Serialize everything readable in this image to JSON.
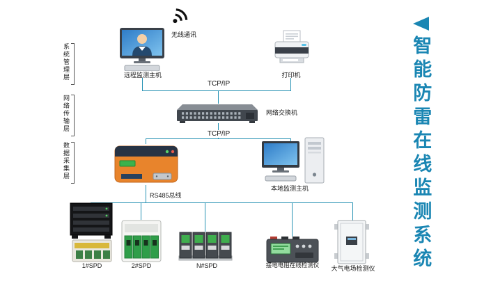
{
  "colors": {
    "line": "#2792b4",
    "title": "#1a86b3",
    "label": "#1a1a1a"
  },
  "side_title": {
    "text": "智能防雷在线监测系统"
  },
  "layer_labels": [
    {
      "label": "系统管理层"
    },
    {
      "label": "网络传输层"
    },
    {
      "label": "数据采集层"
    }
  ],
  "links": {
    "tcpip_top": "TCP/IP",
    "tcpip_mid": "TCP/IP",
    "rs485_bus": "RS485总线"
  },
  "nodes": {
    "wireless": {
      "label": "无线通讯",
      "icon": "wifi-icon"
    },
    "remote_host": {
      "label": "远程监测主机",
      "icon": "desktop-operator-icon"
    },
    "printer": {
      "label": "打印机",
      "icon": "printer-icon"
    },
    "network_switch": {
      "label": "网络交换机",
      "icon": "switch-icon"
    },
    "serial_server": {
      "icon": "rs485-serial-server-icon"
    },
    "local_host": {
      "label": "本地监测主机",
      "icon": "desktop-tower-icon"
    },
    "rack_unit": {
      "icon": "rack-device-icon"
    },
    "spd1": {
      "label": "1#SPD"
    },
    "spd2": {
      "label": "2#SPD"
    },
    "spdn": {
      "label": "N#SPD"
    },
    "ground_tester": {
      "label": "接地电阻在线检测仪"
    },
    "efield_meter": {
      "label": "大气电场检测仪"
    }
  }
}
